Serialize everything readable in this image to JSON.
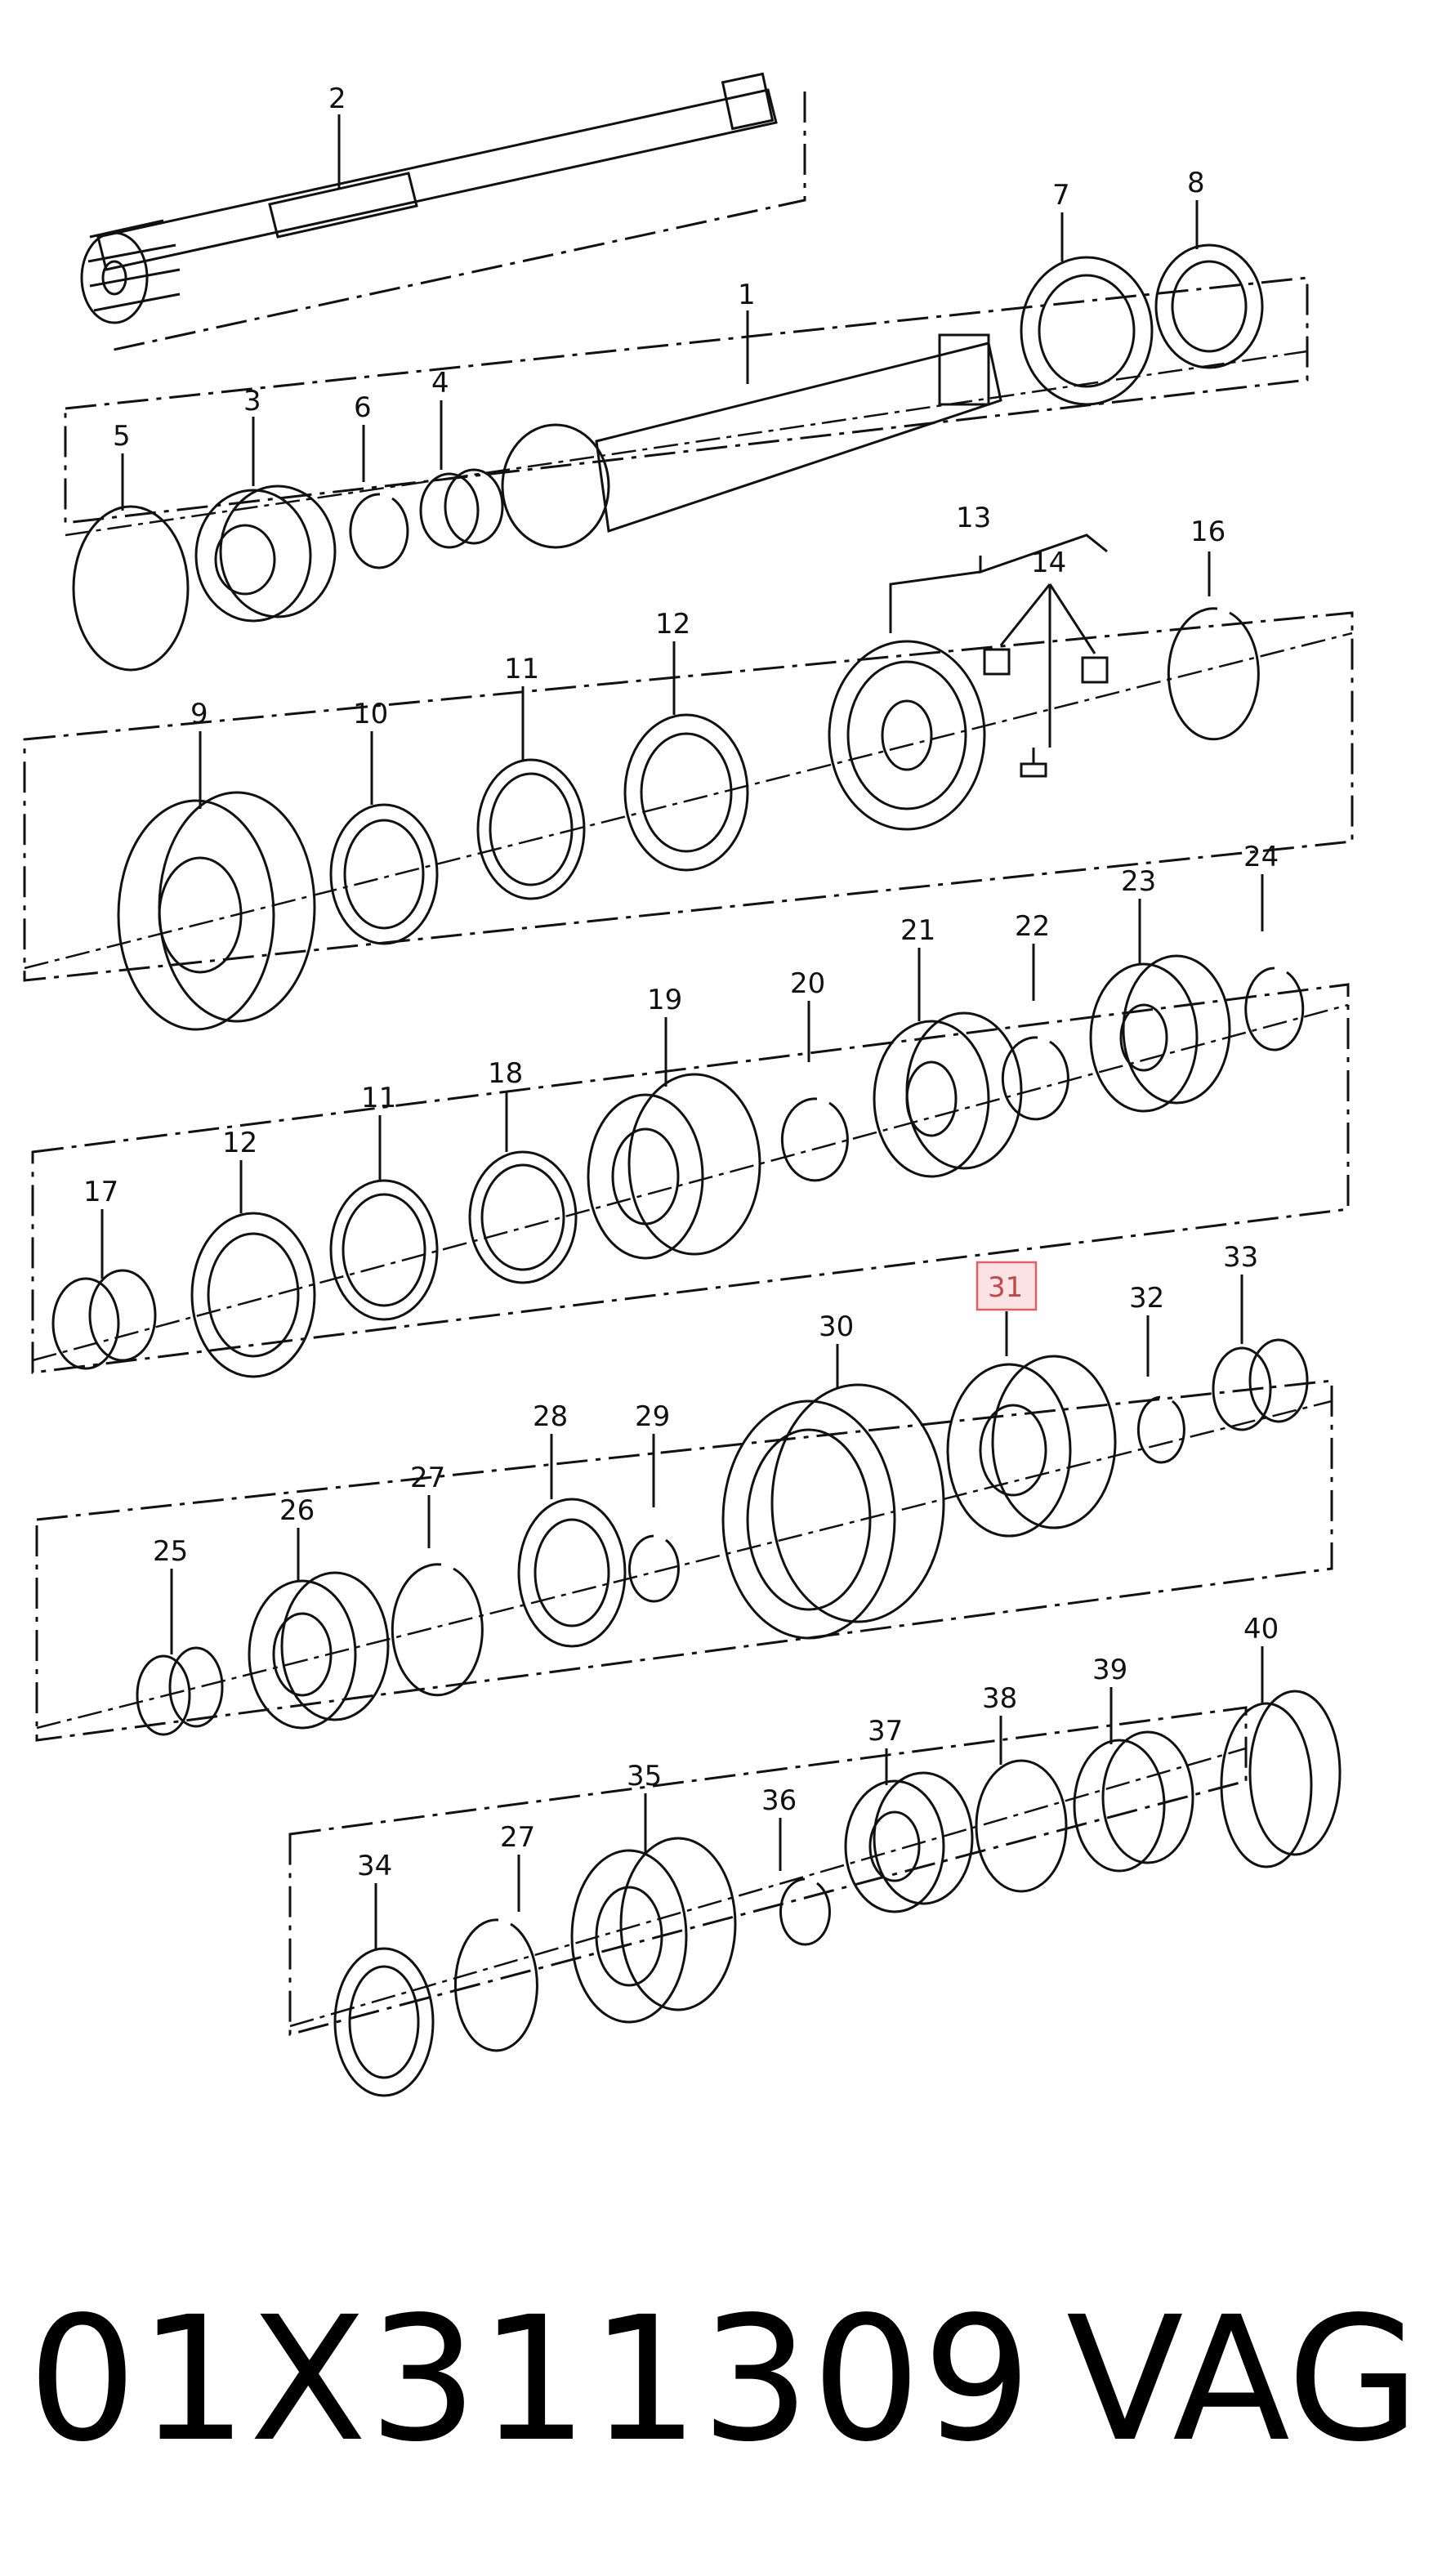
{
  "highlight": {
    "part": "31",
    "color": "#e06060"
  },
  "callouts": [
    "1",
    "2",
    "3",
    "4",
    "5",
    "6",
    "7",
    "8",
    "9",
    "10",
    "11",
    "12",
    "13",
    "14",
    "16",
    "17",
    "18",
    "19",
    "20",
    "21",
    "22",
    "23",
    "24",
    "25",
    "26",
    "27",
    "28",
    "29",
    "30",
    "31",
    "32",
    "33",
    "34",
    "35",
    "36",
    "37",
    "38",
    "39",
    "40"
  ],
  "footer": {
    "part_number": "01X311309",
    "brand": "VAG"
  }
}
